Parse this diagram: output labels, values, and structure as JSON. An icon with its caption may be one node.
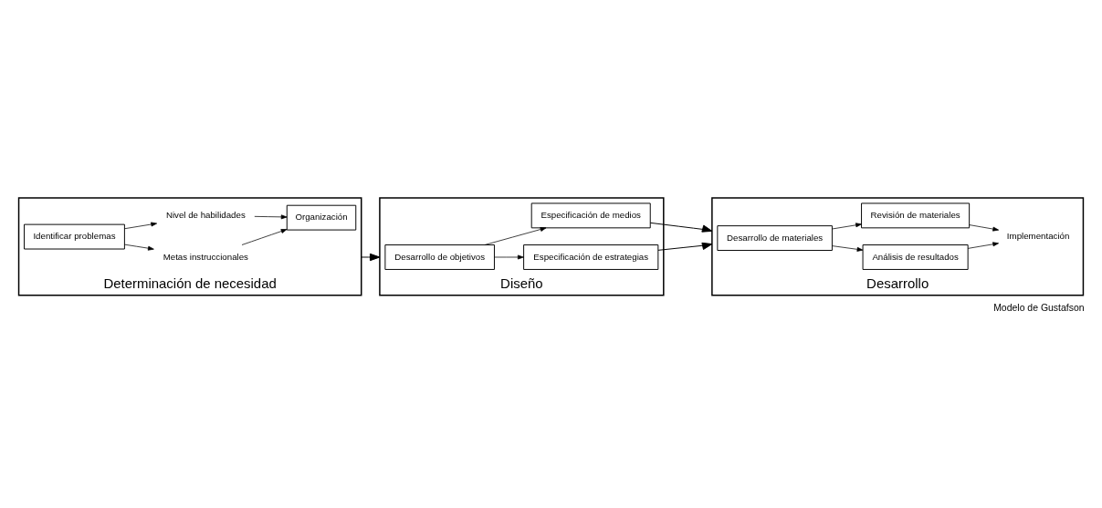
{
  "diagram": {
    "caption": "Modelo de Gustafson",
    "nodes": [
      {
        "text": [
          "Determinación de necesidad"
        ]
      },
      {
        "text": [
          "Nivel de habilidades"
        ],
        "in": 0
      },
      {
        "text": [
          "Identificar problemas"
        ],
        "in": 0
      },
      {
        "text": [
          "Organización"
        ],
        "in": 0
      },
      {
        "text": [
          "Metas instruccionales"
        ],
        "in": 0
      },
      {
        "text": [
          "Diseño"
        ]
      },
      {
        "text": [
          "Desarrollo de objetivos"
        ],
        "in": 5
      },
      {
        "text": [
          "Especificación de estrategias"
        ],
        "in": 5
      },
      {
        "text": [
          "Especificación de medios"
        ],
        "in": 5
      },
      {
        "text": [
          "Desarrollo"
        ]
      },
      {
        "text": [
          "Desarrollo de materiales"
        ],
        "in": 9
      },
      {
        "text": [
          "Análisis de resultados"
        ],
        "in": 9
      },
      {
        "text": [
          "Revisión de materiales"
        ],
        "in": 9
      },
      {
        "text": [
          "Implementación"
        ],
        "in": 9
      }
    ],
    "edges": [
      {
        "from": 2,
        "to": 1,
        "arrow": "to"
      },
      {
        "from": 1,
        "to": 3,
        "arrow": "to"
      },
      {
        "from": 2,
        "to": 4,
        "arrow": "to"
      },
      {
        "from": 4,
        "to": 3,
        "arrow": "to"
      },
      {
        "from": 0,
        "to": 5,
        "arrow": "to"
      },
      {
        "from": 6,
        "to": 7,
        "arrow": "to"
      },
      {
        "from": 6,
        "to": 8,
        "arrow": "to"
      },
      {
        "from": 7,
        "to": 9,
        "arrow": "to"
      },
      {
        "from": 8,
        "to": 9,
        "arrow": "to"
      },
      {
        "from": 10,
        "to": 11,
        "arrow": "to"
      },
      {
        "from": 10,
        "to": 12,
        "arrow": "to"
      },
      {
        "from": 11,
        "to": 13,
        "arrow": "to"
      },
      {
        "from": 12,
        "to": 13,
        "arrow": "to"
      }
    ]
  }
}
